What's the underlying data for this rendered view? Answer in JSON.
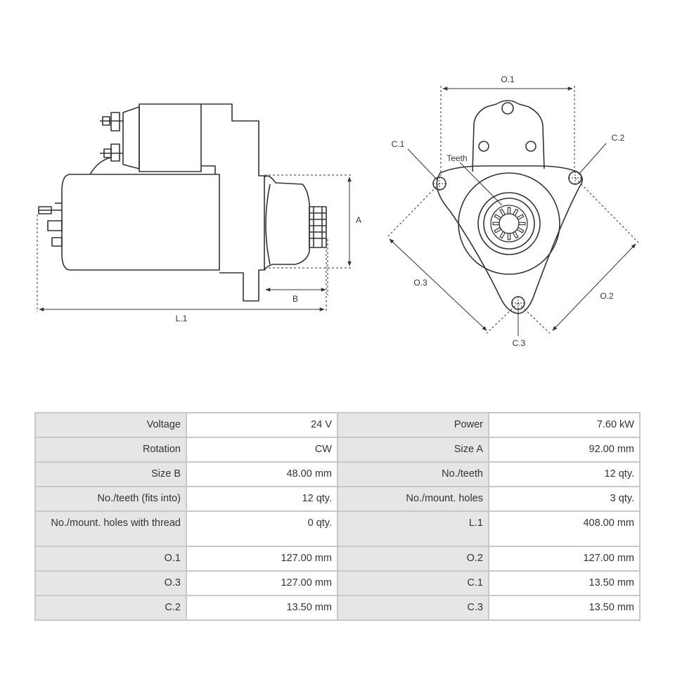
{
  "diagram": {
    "labels": {
      "a": "A",
      "b": "B",
      "l1": "L.1",
      "o1": "O.1",
      "o2": "O.2",
      "o3": "O.3",
      "c1": "C.1",
      "c2": "C.2",
      "c3": "C.3",
      "teeth": "Teeth"
    }
  },
  "specs": {
    "rows": [
      {
        "label1": "Voltage",
        "value1": "24 V",
        "label2": "Power",
        "value2": "7.60 kW"
      },
      {
        "label1": "Rotation",
        "value1": "CW",
        "label2": "Size A",
        "value2": "92.00 mm"
      },
      {
        "label1": "Size B",
        "value1": "48.00 mm",
        "label2": "No./teeth",
        "value2": "12 qty."
      },
      {
        "label1": "No./teeth (fits into)",
        "value1": "12 qty.",
        "label2": "No./mount. holes",
        "value2": "3 qty."
      },
      {
        "label1": "No./mount. holes with thread",
        "value1": "0 qty.",
        "label2": "L.1",
        "value2": "408.00 mm"
      },
      {
        "label1": "O.1",
        "value1": "127.00 mm",
        "label2": "O.2",
        "value2": "127.00 mm"
      },
      {
        "label1": "O.3",
        "value1": "127.00 mm",
        "label2": "C.1",
        "value2": "13.50 mm"
      },
      {
        "label1": "C.2",
        "value1": "13.50 mm",
        "label2": "C.3",
        "value2": "13.50 mm"
      }
    ]
  }
}
